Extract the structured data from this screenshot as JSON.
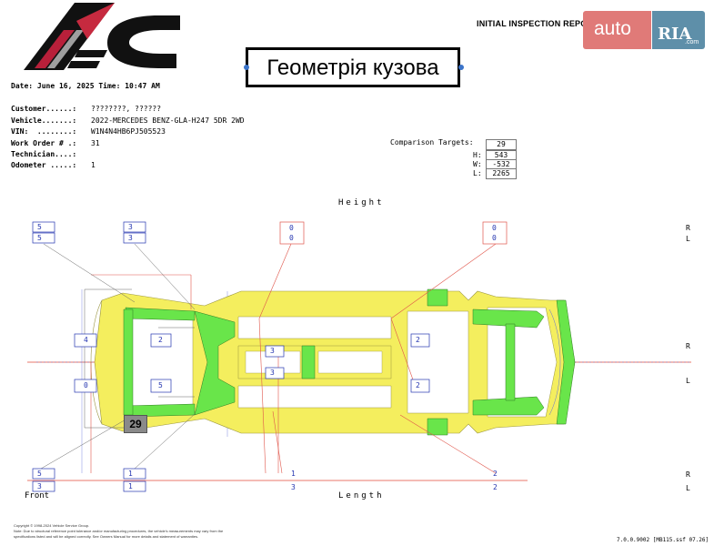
{
  "header": {
    "report_title": "INITIAL INSPECTION REPORT",
    "page_title": "Геометрія кузова",
    "watermark": {
      "left": "auto",
      "brand": "RIA",
      "domain": ".com"
    },
    "date_line": "Date: June 16, 2025 Time: 10:47 AM"
  },
  "info": {
    "rows": [
      {
        "label": "Customer......:",
        "value": "????????, ??????"
      },
      {
        "label": "Vehicle.......:",
        "value": "2022-MERCEDES BENZ-GLA-H247 5DR 2WD"
      },
      {
        "label": "VIN:  ........:",
        "value": "W1N4N4HB6PJ505523"
      },
      {
        "label": "Work Order # .:",
        "value": "31"
      },
      {
        "label": "Technician....:",
        "value": ""
      },
      {
        "label": "Odometer .....:",
        "value": "1"
      }
    ]
  },
  "comparison": {
    "label": "Comparison Targets:",
    "target": "29",
    "rows": [
      {
        "label": "H:",
        "value": "543"
      },
      {
        "label": "W:",
        "value": "-532"
      },
      {
        "label": "L:",
        "value": "2265"
      }
    ]
  },
  "diagram": {
    "height_label": "Height",
    "length_label": "Length",
    "front_label": "Front",
    "right_letter": "R",
    "left_letter": "L",
    "badge_29": "29",
    "point_labels": {
      "h_a1": "5",
      "h_a2": "5",
      "h_b1": "3",
      "h_b2": "3",
      "h_c1": "0",
      "h_c2": "0",
      "h_d1": "0",
      "h_d2": "0",
      "w_a": "4",
      "w_b": "2",
      "w_c": "5",
      "w_d": "0",
      "w_e": "3",
      "w_f": "3",
      "w_g": "2",
      "w_h": "2",
      "l_a1": "5",
      "l_a2": "3",
      "l_b1": "1",
      "l_b2": "1",
      "l_c1": "1",
      "l_c2": "3",
      "l_d1": "2",
      "l_d2": "2"
    }
  },
  "footer": {
    "copyright": "Copyright © 1998-2024 Vehicle Service Group.",
    "note1": "Note: Due to structural reference point tolerance and/or manufacturing procedures, the vehicle's measurements may vary from the",
    "note2": "specifications listed and will be aligned correctly.  See Owners Manual for more details and statement of warranties.",
    "version": "7.0.0.9002  [MB115.ssf 07.26]"
  },
  "colors": {
    "frame_yellow": "#f4ee5e",
    "frame_green": "#69e54a",
    "marker_blue": "#2435b0",
    "guide_red": "#e0554a",
    "axis_red": "#e04a3a",
    "axis_blue": "#6070d8"
  }
}
